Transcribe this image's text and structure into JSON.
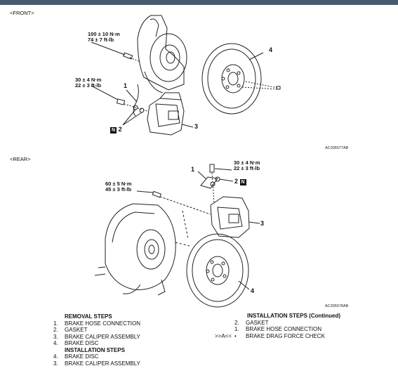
{
  "front": {
    "label": "<FRONT>",
    "torque_upper": [
      "100 ± 10 N·m",
      "74 ± 7 ft-lb"
    ],
    "torque_lower": [
      "30 ± 4 N·m",
      "22 ± 3 ft-lb"
    ],
    "callouts": {
      "hose": "1",
      "gasket": "2",
      "caliper": "3",
      "disc": "4"
    },
    "n_mark": "N",
    "code": "AC305577AB"
  },
  "rear": {
    "label": "<REAR>",
    "torque_upper": [
      "30 ± 4 N·m",
      "22 ± 3 ft-lb"
    ],
    "torque_lower": [
      "60 ± 5 N·m",
      "45 ± 3 ft-lb"
    ],
    "callouts": {
      "hose": "1",
      "gasket": "2",
      "caliper": "3",
      "disc": "4"
    },
    "n_mark": "N",
    "code": "AC305578AB"
  },
  "removal": {
    "title": "REMOVAL STEPS",
    "items": [
      {
        "num": "1.",
        "text": "BRAKE HOSE CONNECTION"
      },
      {
        "num": "2.",
        "text": "GASKET"
      },
      {
        "num": "3.",
        "text": "BRAKE CALIPER ASSEMBLY"
      },
      {
        "num": "4.",
        "text": "BRAKE DISC"
      }
    ]
  },
  "installation": {
    "title": "INSTALLATION STEPS",
    "items": [
      {
        "num": "4.",
        "text": "BRAKE DISC"
      },
      {
        "num": "3.",
        "text": "BRAKE CALIPER ASSEMBLY"
      }
    ]
  },
  "installation_cont": {
    "title": "INSTALLATION STEPS (Continued)",
    "items": [
      {
        "prefix": "",
        "num": "2.",
        "text": "GASKET"
      },
      {
        "prefix": "",
        "num": "1.",
        "text": "BRAKE HOSE CONNECTION"
      },
      {
        "prefix": ">>A<<",
        "num": "•",
        "text": "BRAKE DRAG FORCE CHECK"
      }
    ]
  }
}
